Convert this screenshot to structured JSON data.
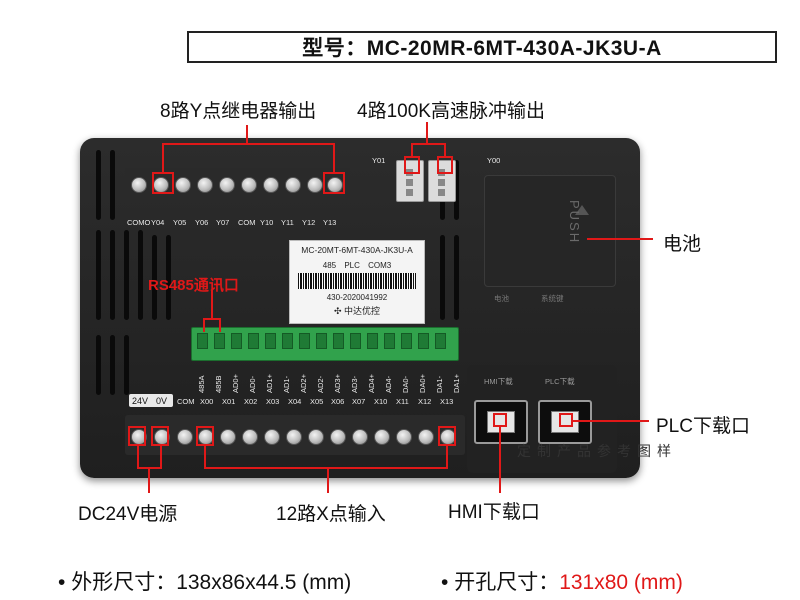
{
  "model_title": "型号：MC-20MR-6MT-430A-JK3U-A",
  "callouts": {
    "relay_outputs": "8路Y点继电器输出",
    "pulse_outputs": "4路100K高速脉冲输出",
    "battery": "电池",
    "rs485": "RS485通讯口",
    "plc_download": "PLC下载口",
    "dc24v": "DC24V电源",
    "x_inputs": "12路X点输入",
    "hmi_download": "HMI下载口"
  },
  "device": {
    "top_terminal_labels": [
      "COMO",
      "Y04",
      "Y05",
      "Y06",
      "Y07",
      "COM",
      "Y10",
      "Y11",
      "Y12",
      "Y13"
    ],
    "y01_label": "Y01",
    "y00_label": "Y00",
    "nameplate": {
      "model": "MC-20MT-6MT-430A-JK3U-A",
      "line2": "485 PLC COM3",
      "serial": "430-2020041992",
      "brand": "中达优控"
    },
    "green_terminal_labels": [
      "485A",
      "485B",
      "AD0+",
      "AD0-",
      "AD1+",
      "AD1-",
      "AD2+",
      "AD2-",
      "AD3+",
      "AD3-",
      "AD4+",
      "AD4-",
      "DA0-",
      "DA0+",
      "DA1-",
      "DA1+"
    ],
    "power_labels": [
      "24V",
      "0V"
    ],
    "bottom_terminal_labels": [
      "COM",
      "X00",
      "X01",
      "X02",
      "X03",
      "X04",
      "X05",
      "X06",
      "X07",
      "X10",
      "X11",
      "X12",
      "X13"
    ],
    "battery_push_text": "PUSH",
    "battery_small_labels": [
      "电池",
      "系统键"
    ],
    "usb_labels": [
      "HMI下载",
      "PLC下载"
    ]
  },
  "watermark": "定制产品参考图样",
  "specs": {
    "size_label": "外形尺寸：",
    "size_value": "138x86x44.5 (mm)",
    "cutout_label": "开孔尺寸：",
    "cutout_value": "131x80 (mm)"
  },
  "colors": {
    "accent_red": "#e01818",
    "terminal_green": "#31a24c",
    "device_body": "#2c2c2c"
  }
}
